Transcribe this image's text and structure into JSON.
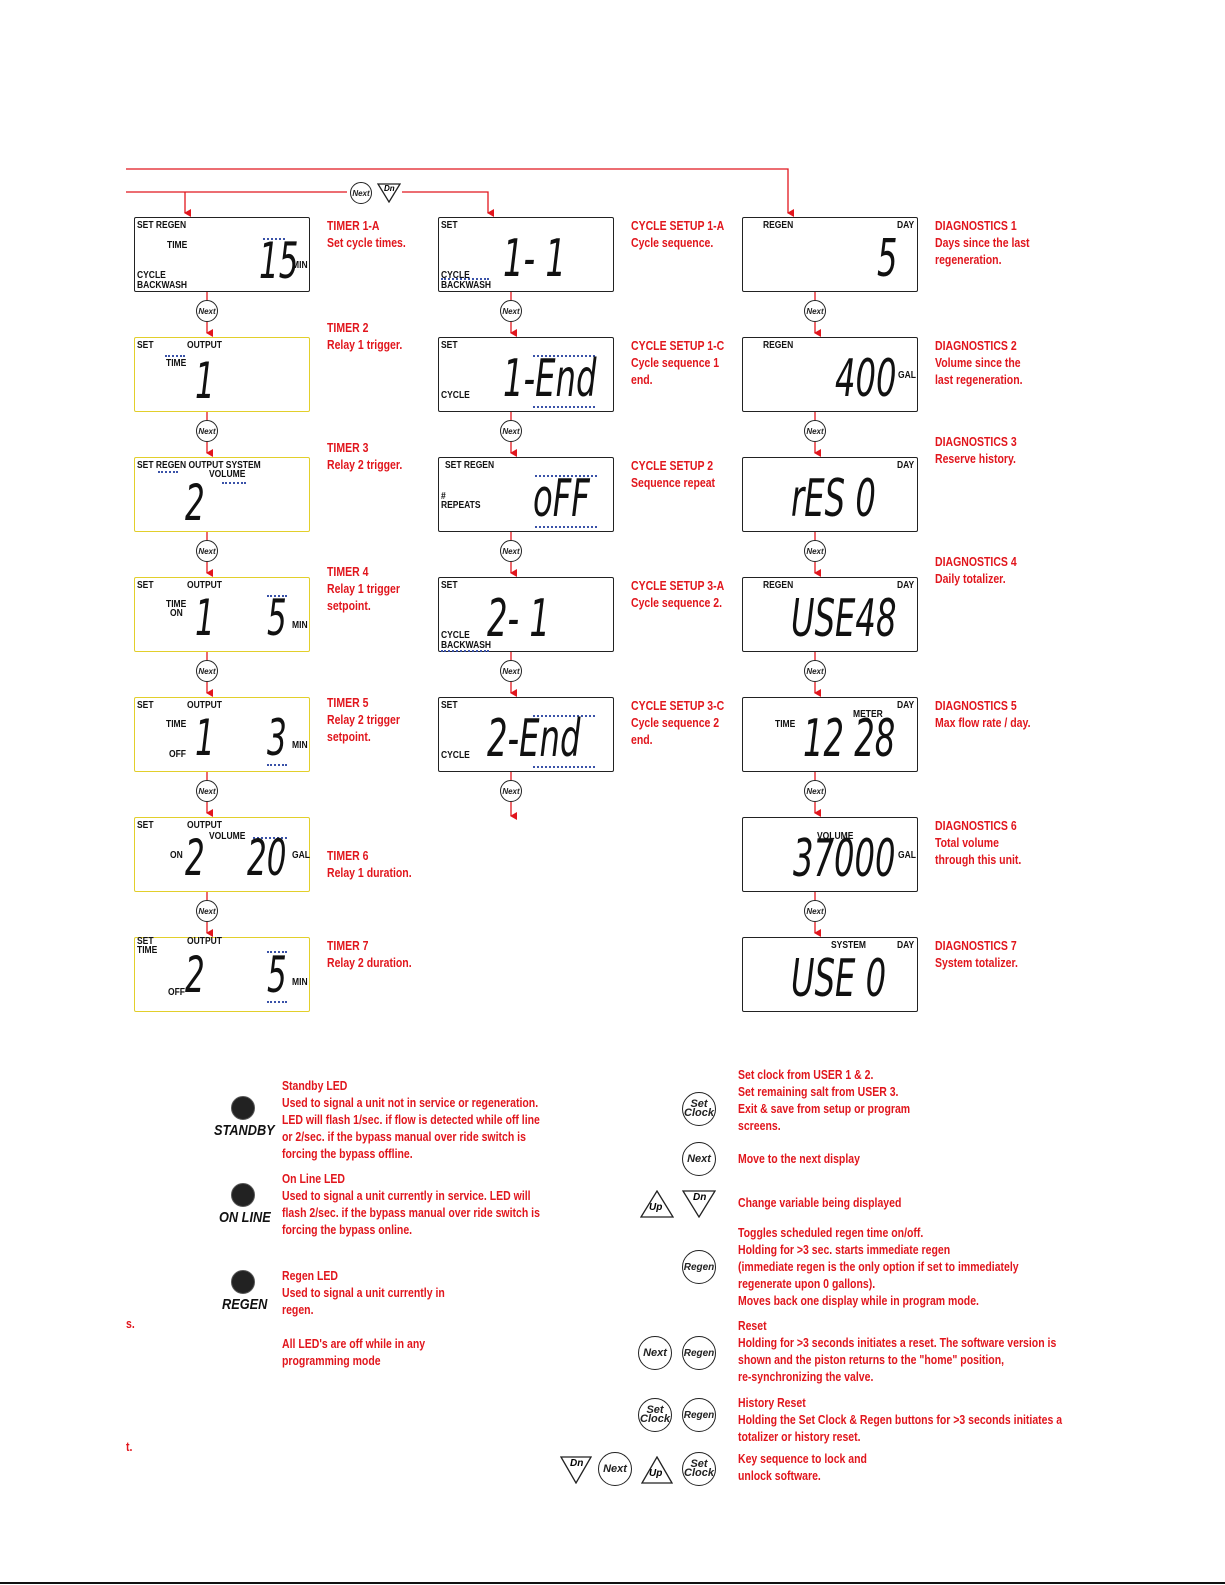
{
  "colors": {
    "red": "#e1161d",
    "yellow": "#e2cf2b",
    "lcd_border": "#222222",
    "flash": "#3a52a8"
  },
  "buttons": {
    "next": "Next",
    "dn": "Dn",
    "up": "Up",
    "set": "Set",
    "clock": "Clock",
    "regen": "Regen"
  },
  "timer": {
    "t1": {
      "title": "TIMER 1-A",
      "l1": "Set cycle times.",
      "lcd": {
        "tl": "SET REGEN",
        "time": "TIME",
        "cycle": "CYCLE",
        "bw": "BACKWASH",
        "digits": "15",
        "unit": "MIN"
      }
    },
    "t2": {
      "title": "TIMER 2",
      "l1": "Relay 1 trigger.",
      "lcd": {
        "set": "SET",
        "output": "OUTPUT",
        "time": "TIME",
        "digits": "1"
      }
    },
    "t3": {
      "title": "TIMER 3",
      "l1": "Relay 2 trigger.",
      "lcd": {
        "tl": "SET REGEN OUTPUT SYSTEM",
        "volume": "VOLUME",
        "digits": "2"
      }
    },
    "t4": {
      "title": "TIMER 4",
      "l1": "Relay 1 trigger",
      "l2": "setpoint.",
      "lcd": {
        "set": "SET",
        "output": "OUTPUT",
        "time": "TIME",
        "on": "ON",
        "d1": "1",
        "d2": "5",
        "unit": "MIN"
      }
    },
    "t5": {
      "title": "TIMER 5",
      "l1": "Relay 2 trigger",
      "l2": "setpoint.",
      "lcd": {
        "set": "SET",
        "output": "OUTPUT",
        "time": "TIME",
        "off": "OFF",
        "d1": "1",
        "d2": "3",
        "unit": "MIN"
      }
    },
    "t6": {
      "title": "TIMER 6",
      "l1": "Relay 1 duration.",
      "lcd": {
        "set": "SET",
        "output": "OUTPUT",
        "volume": "VOLUME",
        "on": "ON",
        "d1": "2",
        "d2": "20",
        "unit": "GAL"
      }
    },
    "t7": {
      "title": "TIMER 7",
      "l1": "Relay 2 duration.",
      "lcd": {
        "set": "SET",
        "time": "TIME",
        "output": "OUTPUT",
        "off": "OFF",
        "d1": "2",
        "d2": "5",
        "unit": "MIN"
      }
    }
  },
  "cycle": {
    "c1": {
      "title": "CYCLE SETUP 1-A",
      "l1": "Cycle sequence.",
      "lcd": {
        "set": "SET",
        "cycle": "CYCLE",
        "bw": "BACKWASH",
        "digits": "1- 1"
      }
    },
    "c2": {
      "title": "CYCLE SETUP 1-C",
      "l1": "Cycle sequence 1",
      "l2": "end.",
      "lcd": {
        "set": "SET",
        "cycle": "CYCLE",
        "digits": "1-End"
      }
    },
    "c3": {
      "title": "CYCLE SETUP 2",
      "l1": "Sequence repeat",
      "lcd": {
        "tl": "SET REGEN",
        "hash": "#",
        "repeats": "REPEATS",
        "digits": "oFF"
      }
    },
    "c4": {
      "title": "CYCLE SETUP 3-A",
      "l1": "Cycle sequence 2.",
      "lcd": {
        "set": "SET",
        "cycle": "CYCLE",
        "bw": "BACKWASH",
        "digits": "2- 1"
      }
    },
    "c5": {
      "title": "CYCLE SETUP 3-C",
      "l1": "Cycle sequence 2",
      "l2": "end.",
      "lcd": {
        "set": "SET",
        "cycle": "CYCLE",
        "digits": "2-End"
      }
    }
  },
  "diag": {
    "d1": {
      "title": "DIAGNOSTICS 1",
      "l1": "Days since the last",
      "l2": "regeneration.",
      "lcd": {
        "regen": "REGEN",
        "day": "DAY",
        "digits": "5"
      }
    },
    "d2": {
      "title": "DIAGNOSTICS 2",
      "l1": "Volume since the",
      "l2": "last regeneration.",
      "lcd": {
        "regen": "REGEN",
        "digits": "400",
        "unit": "GAL"
      }
    },
    "d3": {
      "title": "DIAGNOSTICS 3",
      "l1": "Reserve history.",
      "lcd": {
        "day": "DAY",
        "digits": "rES 0"
      }
    },
    "d4": {
      "title": "DIAGNOSTICS 4",
      "l1": "Daily totalizer.",
      "lcd": {
        "regen": "REGEN",
        "day": "DAY",
        "digits": "USE48"
      }
    },
    "d5": {
      "title": "DIAGNOSTICS 5",
      "l1": "Max flow rate / day.",
      "lcd": {
        "day": "DAY",
        "meter": "METER",
        "time": "TIME",
        "digits": "12 28"
      }
    },
    "d6": {
      "title": "DIAGNOSTICS 6",
      "l1": "Total volume",
      "l2": "through this unit.",
      "lcd": {
        "volume": "VOLUME",
        "digits": "37000",
        "unit": "GAL"
      }
    },
    "d7": {
      "title": "DIAGNOSTICS 7",
      "l1": "System totalizer.",
      "lcd": {
        "system": "SYSTEM",
        "day": "DAY",
        "digits": "USE 0"
      }
    }
  },
  "leds": [
    {
      "caption": "STANDBY",
      "lines": [
        "Standby LED",
        "Used to signal a unit not in service or regeneration.",
        "LED will flash 1/sec. if flow is detected while off line",
        "or 2/sec. if the bypass manual over ride switch is",
        "forcing the bypass offline."
      ]
    },
    {
      "caption": "ON LINE",
      "lines": [
        "On Line LED",
        "Used to signal a unit currently in service.  LED will",
        "flash 2/sec. if the bypass manual over ride switch is",
        "forcing the bypass online."
      ]
    },
    {
      "caption": "REGEN",
      "lines": [
        "Regen LED",
        "Used to signal a unit currently in",
        "regen."
      ]
    }
  ],
  "leds_note": [
    "All LED's are off while in any",
    "programming mode"
  ],
  "legend": [
    {
      "lines": [
        "Set clock from USER 1 & 2.",
        "Set remaining salt from USER 3.",
        "Exit & save from setup or program",
        "screens."
      ]
    },
    {
      "lines": [
        "Move to the next display"
      ]
    },
    {
      "lines": [
        "Change variable being displayed"
      ]
    },
    {
      "lines": [
        "Toggles scheduled regen time on/off.",
        "Holding for  >3 sec. starts immediate regen",
        "(immediate regen is the only option if set to immediately",
        "regenerate upon 0 gallons).",
        "Moves back one display while in program mode."
      ]
    },
    {
      "lines": [
        "Reset",
        "Holding for >3 seconds initiates a reset.  The software version is",
        "shown and the piston returns to the \"home\" position,",
        "re-synchronizing the valve."
      ]
    },
    {
      "lines": [
        "History Reset",
        "Holding the Set Clock & Regen buttons for >3 seconds initiates a",
        "totalizer or history reset."
      ]
    },
    {
      "lines": [
        "Key sequence to lock and",
        "unlock software."
      ]
    }
  ],
  "margin": {
    "a": "s.",
    "b": "t."
  }
}
